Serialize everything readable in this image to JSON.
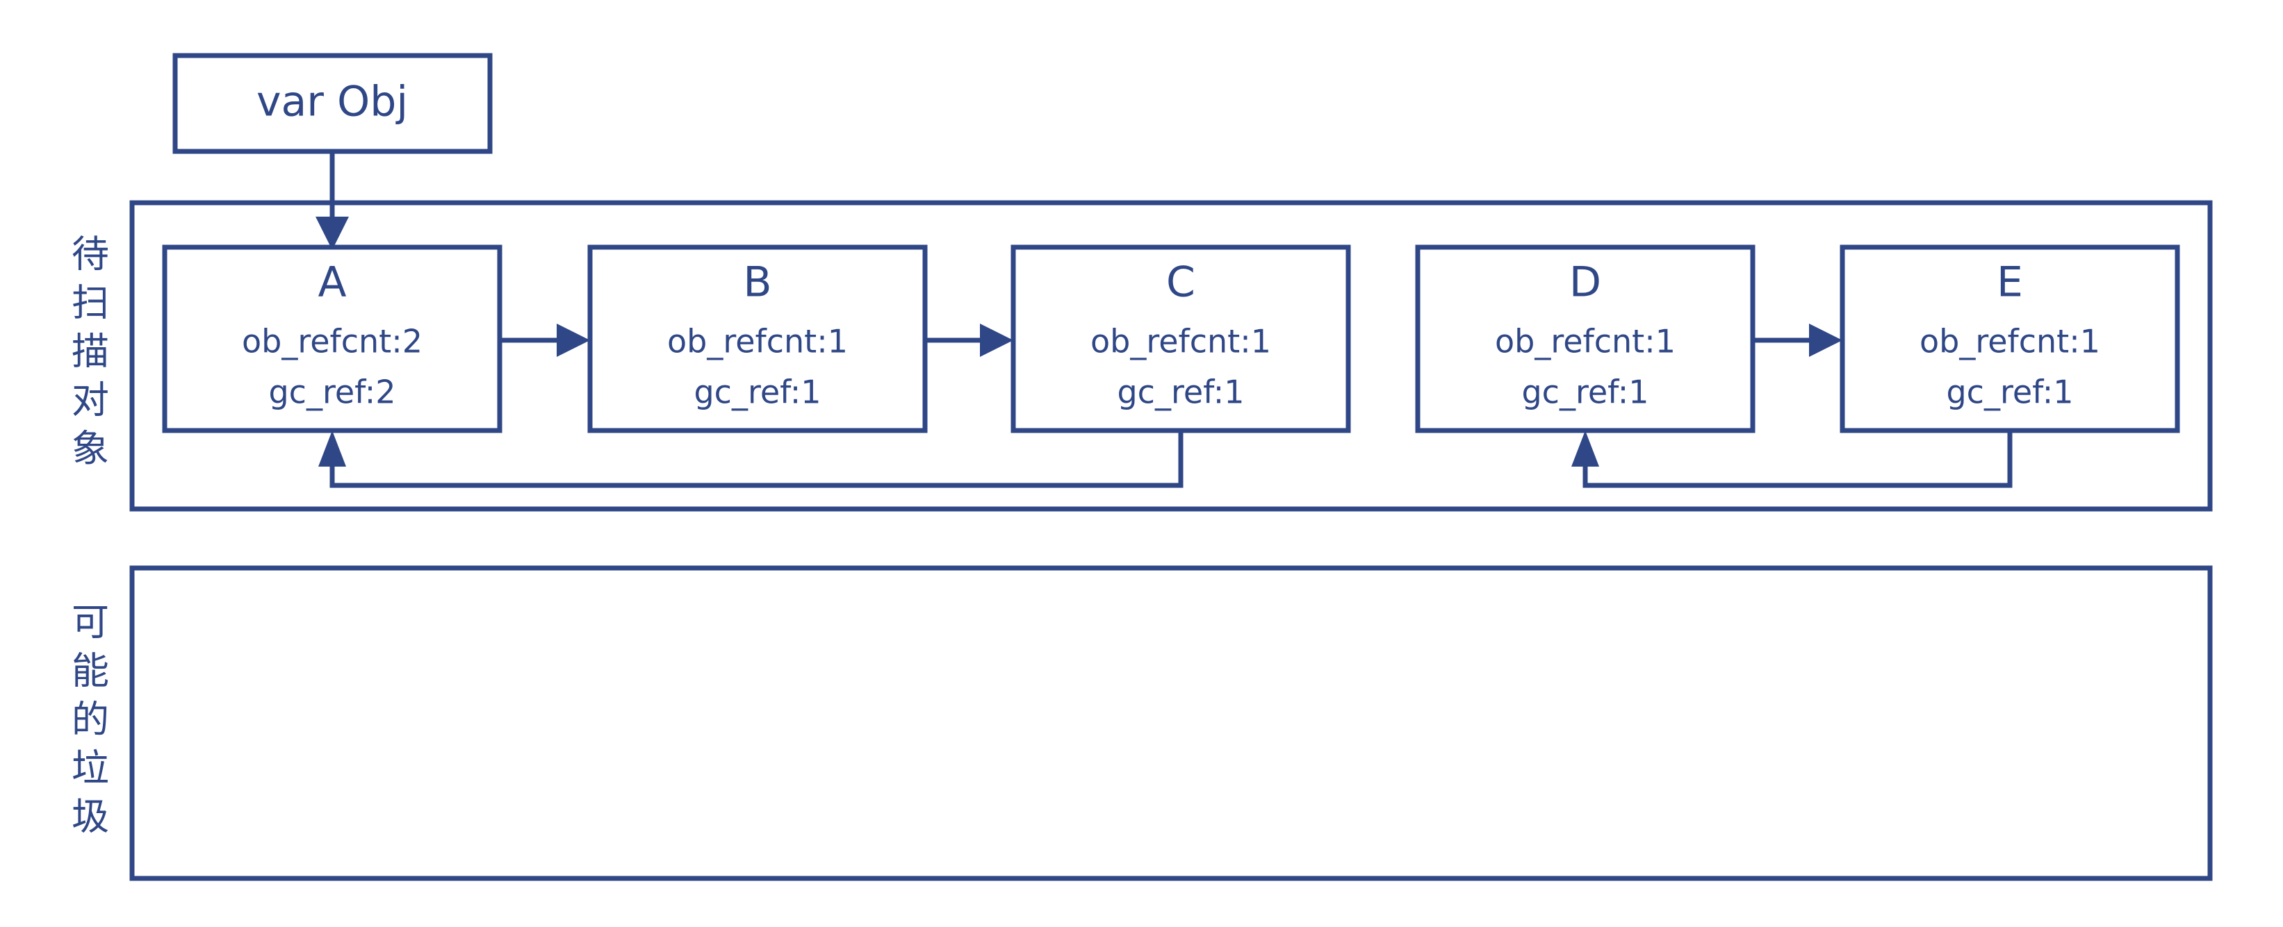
{
  "diagram": {
    "title_color": "#2F4786",
    "background": "#ffffff",
    "root": {
      "label": "var Obj"
    },
    "zones": [
      {
        "id": "scan",
        "label": "待扫描对象",
        "label_chars": [
          "待",
          "扫",
          "描",
          "对",
          "象"
        ]
      },
      {
        "id": "garbage",
        "label": "可能的垃圾",
        "label_chars": [
          "可",
          "能",
          "的",
          "垃",
          "圾"
        ]
      }
    ],
    "nodes": [
      {
        "id": "A",
        "title": "A",
        "ob_refcnt": "ob_refcnt:2",
        "gc_ref": "gc_ref:2"
      },
      {
        "id": "B",
        "title": "B",
        "ob_refcnt": "ob_refcnt:1",
        "gc_ref": "gc_ref:1"
      },
      {
        "id": "C",
        "title": "C",
        "ob_refcnt": "ob_refcnt:1",
        "gc_ref": "gc_ref:1"
      },
      {
        "id": "D",
        "title": "D",
        "ob_refcnt": "ob_refcnt:1",
        "gc_ref": "gc_ref:1"
      },
      {
        "id": "E",
        "title": "E",
        "ob_refcnt": "ob_refcnt:1",
        "gc_ref": "gc_ref:1"
      }
    ],
    "edges": [
      {
        "from": "var Obj",
        "to": "A",
        "kind": "down-arrow"
      },
      {
        "from": "A",
        "to": "B",
        "kind": "right-arrow"
      },
      {
        "from": "B",
        "to": "C",
        "kind": "right-arrow"
      },
      {
        "from": "C",
        "to": "A",
        "kind": "feedback-loop"
      },
      {
        "from": "D",
        "to": "E",
        "kind": "right-arrow"
      },
      {
        "from": "E",
        "to": "D",
        "kind": "feedback-loop"
      }
    ]
  }
}
